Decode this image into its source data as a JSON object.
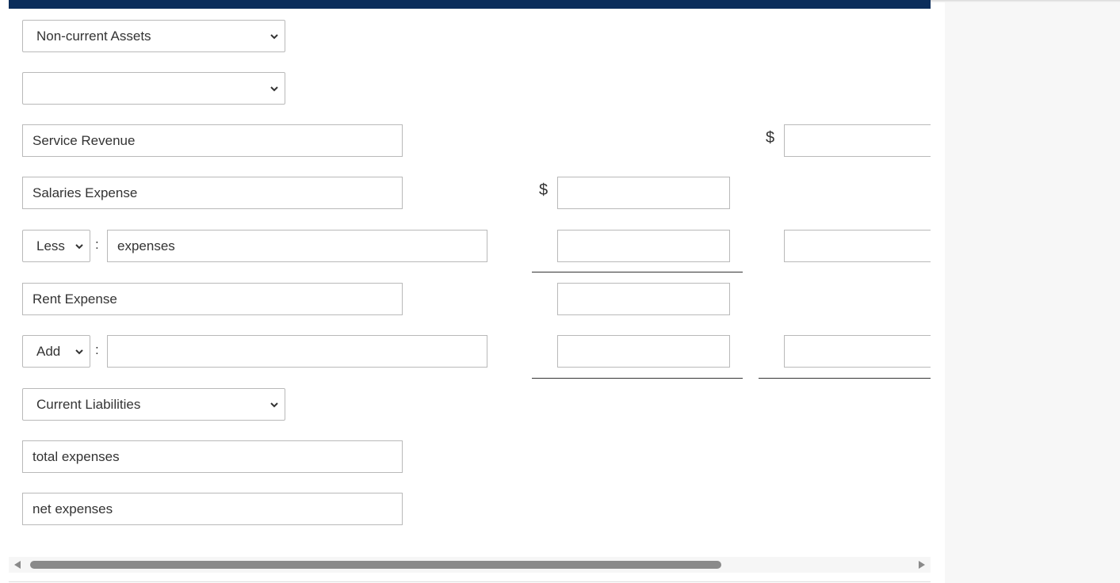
{
  "rows": {
    "category_select_1": "Non-current Assets",
    "category_select_2": "",
    "account_1": "Service Revenue",
    "account_2": "Salaries Expense",
    "less_add_select_1": "Less",
    "line_label_1": "expenses",
    "account_3": "Rent Expense",
    "less_add_select_2": "Add",
    "line_label_2": "",
    "category_select_3": "Current Liabilities",
    "total_label": "total expenses",
    "net_label": "net expenses"
  },
  "symbols": {
    "currency": "$",
    "colon": ":"
  },
  "icons": {
    "select_chevron": "chevron-down-icon",
    "scroll_left": "scroll-left-arrow-icon",
    "scroll_right": "scroll-right-arrow-icon"
  },
  "scrollbar": {
    "horizontal_thumb_fraction": 0.75
  },
  "colors": {
    "header_bar": "#0b2d5b",
    "field_border": "#b9b9b9",
    "text": "#333333",
    "side_panel": "#f7f7f7"
  }
}
